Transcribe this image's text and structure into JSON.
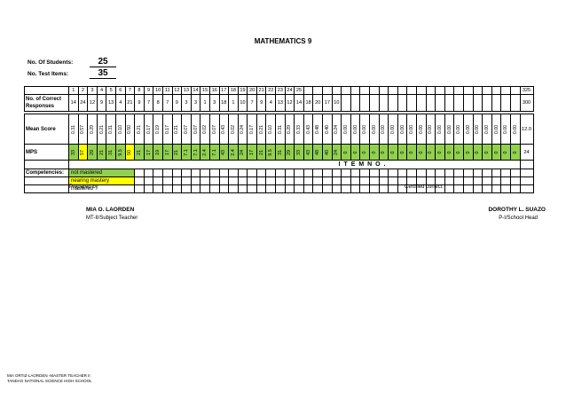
{
  "title": "MATHEMATICS 9",
  "students_label": "No. Of Students:",
  "students_value": "25",
  "items_label": "No. Test Items:",
  "items_value": "35",
  "row_labels": {
    "correct": "No. of Correct Responses",
    "mean": "Mean Score",
    "mps": "MPS",
    "competencies": "Competencies:"
  },
  "item_numbers": [
    "1",
    "2",
    "3",
    "4",
    "5",
    "6",
    "7",
    "8",
    "9",
    "10",
    "11",
    "12",
    "13",
    "14",
    "15",
    "16",
    "17",
    "18",
    "19",
    "20",
    "21",
    "22",
    "23",
    "24",
    "25"
  ],
  "item_total": "325",
  "correct_responses": [
    "14",
    "24",
    "12",
    "9",
    "13",
    "4",
    "21",
    "9",
    "7",
    "8",
    "7",
    "9",
    "3",
    "3",
    "1",
    "3",
    "18",
    "1",
    "10",
    "7",
    "9",
    "4",
    "13",
    "12",
    "14",
    "18",
    "20",
    "17",
    "10"
  ],
  "correct_total": "300",
  "mean_scores": [
    "0.31",
    "0.57",
    "0.29",
    "0.21",
    "0.31",
    "0.10",
    "0.50",
    "0.21",
    "0.17",
    "0.19",
    "0.17",
    "0.21",
    "0.07",
    "0.07",
    "0.02",
    "0.07",
    "0.43",
    "0.02",
    "0.24",
    "0.17",
    "0.21",
    "0.10",
    "0.31",
    "0.29",
    "0.33",
    "0.43",
    "0.48",
    "0.40",
    "0.24",
    "0.00",
    "0.00",
    "0.00",
    "0.00",
    "0.00",
    "0.00",
    "0.00",
    "0.00",
    "0.00",
    "0.00",
    "0.00",
    "0.00",
    "0.00",
    "0.00",
    "0.00",
    "0.00",
    "0.00",
    "0.00",
    "0.00"
  ],
  "mean_total": "12.0",
  "mps_values": [
    "33",
    "57",
    "29",
    "21",
    "31",
    "9.5",
    "50",
    "21",
    "17",
    "19",
    "17",
    "21",
    "7.1",
    "7.1",
    "2.4",
    "7.1",
    "43",
    "2.4",
    "24",
    "17",
    "21",
    "9.5",
    "31",
    "29",
    "33",
    "43",
    "48",
    "40",
    "24",
    "0",
    "0",
    "0",
    "0",
    "0",
    "0",
    "0",
    "0",
    "0",
    "0",
    "0",
    "0",
    "0",
    "0",
    "0",
    "0",
    "0",
    "0",
    "0"
  ],
  "mps_total": "24",
  "item_no_label": "I T E M   N O .",
  "competencies": [
    "not mastered",
    "nearing mastery",
    "mastered"
  ],
  "colors": {
    "green": "#92d050",
    "yellow": "#ffff00"
  },
  "prepared_by": "Prepared by",
  "certified": "Certified correct:",
  "teacher_name": "MIA O. LAORDEN",
  "teacher_title": "MT-II/Subject Teacher",
  "head_name": "DOROTHY L. SUAZO",
  "head_title": "P-I/School Head",
  "footer_line1": "MIA ORTIZ-LAORDEN -MASTER TEACHER II",
  "footer_line2": "TANDAG NATIONAL SCIENCE HIGH SCHOOL"
}
